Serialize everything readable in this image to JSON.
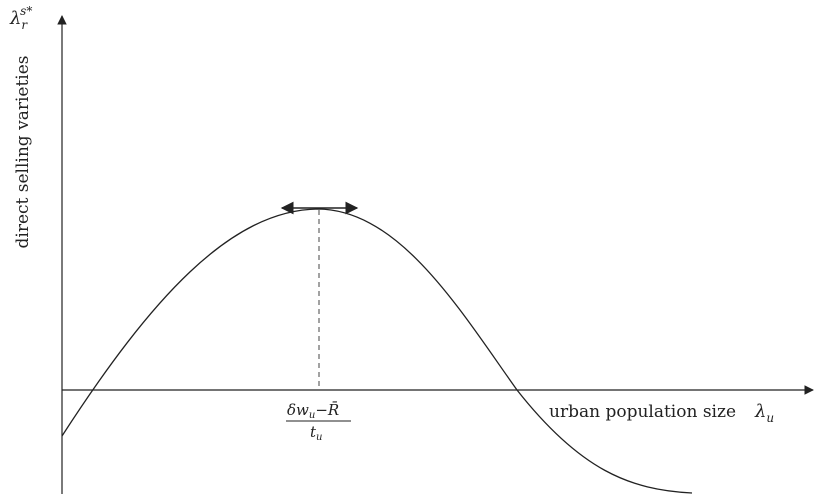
{
  "diagram": {
    "y_axis": {
      "symbol_base": "λ",
      "symbol_sub": "r",
      "symbol_sup": "s*",
      "label": "direct selling varieties"
    },
    "x_axis": {
      "label": "urban population size",
      "symbol_base": "λ",
      "symbol_sub": "u"
    },
    "peak_marker": {
      "numerator_delta": "δ",
      "numerator_w": "w",
      "numerator_w_sub": "u",
      "numerator_minus": "−",
      "numerator_R": "R̄",
      "denominator_t": "t",
      "denominator_sub": "u"
    }
  }
}
